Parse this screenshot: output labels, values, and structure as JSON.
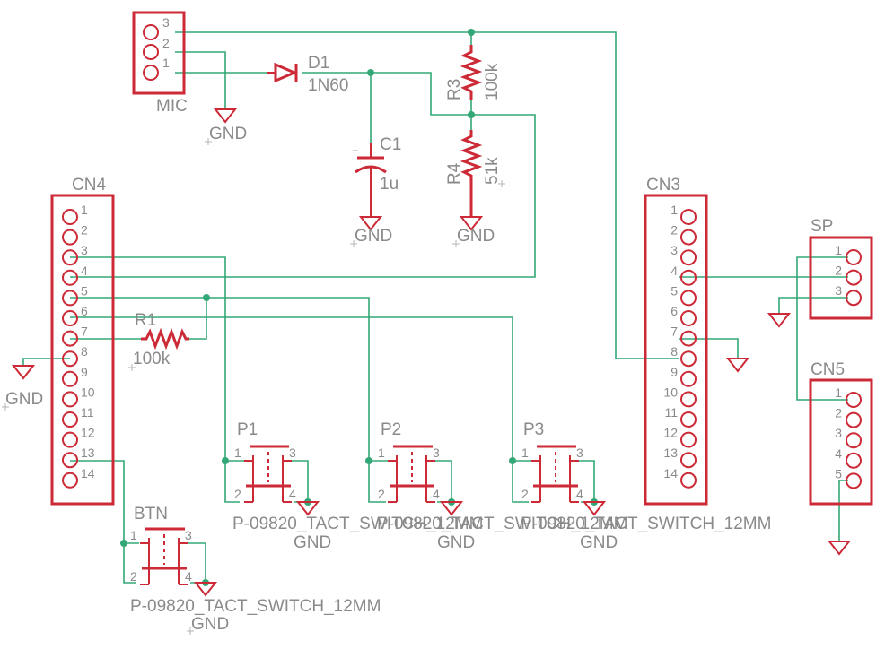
{
  "components": {
    "mic": {
      "name": "MIC",
      "pins": [
        "3",
        "2",
        "1"
      ]
    },
    "d1": {
      "name": "D1",
      "value": "1N60"
    },
    "c1": {
      "name": "C1",
      "value": "1u"
    },
    "r3": {
      "name": "R3",
      "value": "100k"
    },
    "r4": {
      "name": "R4",
      "value": "51k"
    },
    "r1": {
      "name": "R1",
      "value": "100k"
    },
    "cn4": {
      "name": "CN4",
      "pins": [
        "1",
        "2",
        "3",
        "4",
        "5",
        "6",
        "7",
        "8",
        "9",
        "10",
        "11",
        "12",
        "13",
        "14"
      ]
    },
    "cn3": {
      "name": "CN3",
      "pins": [
        "1",
        "2",
        "3",
        "4",
        "5",
        "6",
        "7",
        "8",
        "9",
        "10",
        "11",
        "12",
        "13",
        "14"
      ]
    },
    "sp": {
      "name": "SP",
      "pins": [
        "1",
        "2",
        "3"
      ]
    },
    "cn5": {
      "name": "CN5",
      "pins": [
        "1",
        "2",
        "3",
        "4",
        "5"
      ]
    },
    "p1": {
      "name": "P1",
      "value": "P-09820_TACT_SWITCH_12MM",
      "pins": [
        "1",
        "2",
        "3",
        "4"
      ]
    },
    "p2": {
      "name": "P2",
      "value": "P-09820_TACT_SWITCH_12MM",
      "pins": [
        "1",
        "2",
        "3",
        "4"
      ]
    },
    "p3": {
      "name": "P3",
      "value": "P-09820_TACT_SWITCH_12MM",
      "pins": [
        "1",
        "2",
        "3",
        "4"
      ]
    },
    "btn": {
      "name": "BTN",
      "value": "P-09820_TACT_SWITCH_12MM",
      "pins": [
        "1",
        "2",
        "3",
        "4"
      ]
    }
  },
  "gnd_label": "GND",
  "colors": {
    "symbol": "#cc2a36",
    "wire": "#33a877",
    "text": "#8a8a8a",
    "background": "#ffffff"
  }
}
